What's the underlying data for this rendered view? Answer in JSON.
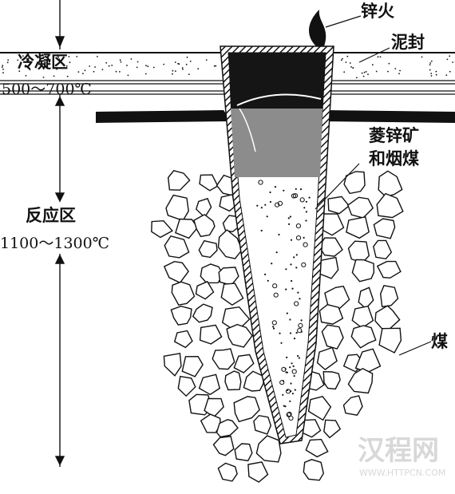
{
  "zones": {
    "condense_label": "冷凝区",
    "condense_temp": "500～700℃",
    "react_label": "反应区",
    "react_temp": "1100～1300℃"
  },
  "callouts": {
    "zinc_fire": "锌火",
    "mud_seal": "泥封",
    "ore_line1": "菱锌矿",
    "ore_line2": "和烟煤",
    "coal": "煤"
  },
  "watermark": {
    "main": "汉程网",
    "url": "WWW.HTTPCN.COM"
  }
}
